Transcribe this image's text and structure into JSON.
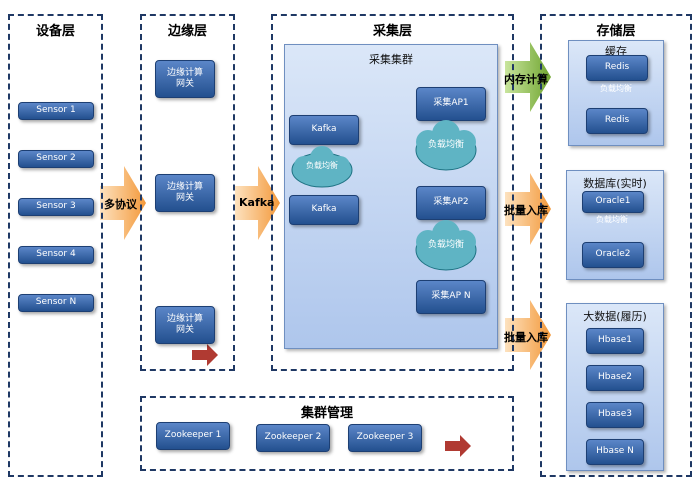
{
  "layers": {
    "device": {
      "title": "设备层",
      "sensors": [
        "Sensor 1",
        "Sensor 2",
        "Sensor 3",
        "Sensor 4",
        "Sensor N"
      ]
    },
    "edge": {
      "title": "边缘层",
      "gateways": [
        "边缘计算网关",
        "边缘计算网关",
        "边缘计算网关"
      ]
    },
    "collect": {
      "title": "采集层",
      "cluster_title": "采集集群",
      "kafka": [
        "Kafka",
        "Kafka"
      ],
      "load_balancer": "负载均衡",
      "apps": [
        "采集AP1",
        "采集AP2",
        "采集AP N"
      ]
    },
    "storage": {
      "title": "存储层",
      "cache": {
        "title": "缓存",
        "items": [
          "Redis",
          "Redis"
        ],
        "lb": "负载均衡"
      },
      "db": {
        "title": "数据库(实时)",
        "items": [
          "Oracle1",
          "Oracle2"
        ],
        "lb": "负载均衡"
      },
      "bigdata": {
        "title": "大数据(履历)",
        "items": [
          "Hbase1",
          "Hbase2",
          "Hbase3",
          "Hbase N"
        ]
      }
    },
    "cluster_mgmt": {
      "title": "集群管理",
      "nodes": [
        "Zookeeper 1",
        "Zookeeper 2",
        "Zookeeper 3"
      ]
    }
  },
  "arrows": {
    "multi_protocol": "多协议",
    "kafka": "Kafka",
    "memory_compute": "内存计算",
    "batch_in_1": "批量入库",
    "batch_in_2": "批量入库"
  },
  "colors": {
    "box": "#2f5b9c",
    "border": "#1f3864",
    "arrow_orange": "#f4a24c",
    "arrow_green": "#8cc63f",
    "cloud": "#5fb4c4",
    "flow_red": "#b03a32"
  }
}
